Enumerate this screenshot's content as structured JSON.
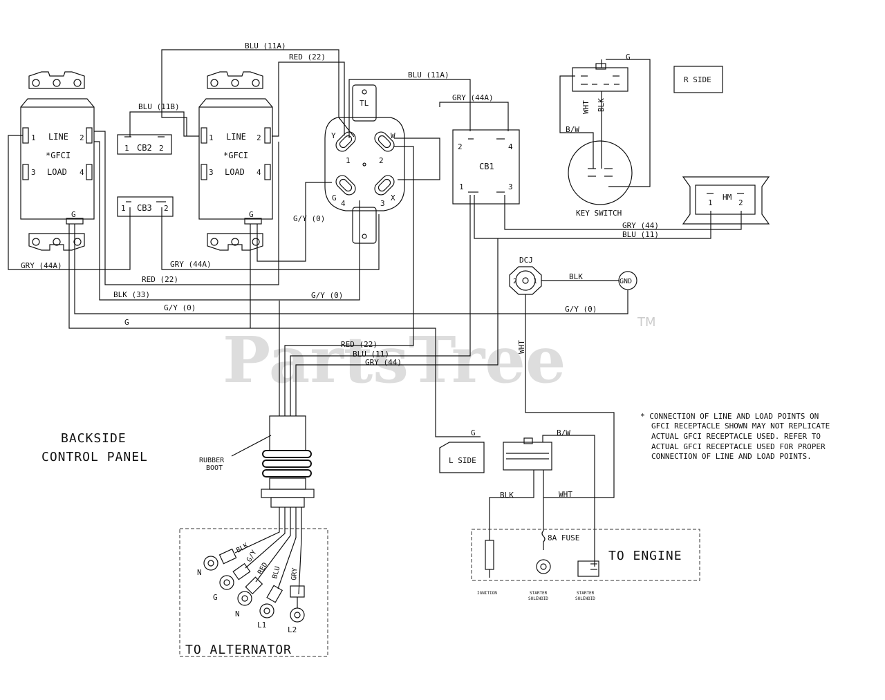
{
  "labels": {
    "line": "LINE",
    "gfci": "*GFCI",
    "load": "LOAD",
    "t1": "1",
    "t2": "2",
    "t3": "3",
    "t4": "4",
    "tg": "G",
    "cb2": "CB2",
    "cb3": "CB3",
    "cb1": "CB1",
    "tl": "TL",
    "y": "Y",
    "w": "W",
    "x": "X",
    "hm": "HM",
    "key_switch": "KEY SWITCH",
    "r_side": "R SIDE",
    "l_side": "L SIDE",
    "dcj": "DCJ",
    "gnd": "GND",
    "backside1": "BACKSIDE",
    "backside2": "CONTROL PANEL",
    "rubber1": "RUBBER",
    "rubber2": "BOOT",
    "to_alternator": "TO ALTERNATOR",
    "to_engine": "TO ENGINE",
    "fuse": "8A FUSE",
    "ignition": "IGNITION",
    "starter1": "STARTER",
    "solenoid": "SOLENOID",
    "n": "N",
    "l1": "L1",
    "l2": "L2"
  },
  "wires": {
    "blu_11a": "BLU (11A)",
    "red_22": "RED (22)",
    "blu_11b": "BLU (11B)",
    "gry_44a": "GRY (44A)",
    "gy_0": "G/Y (0)",
    "blk_33": "BLK (33)",
    "g": "G",
    "gry_44": "GRY (44)",
    "blu_11": "BLU (11)",
    "blk": "BLK",
    "wht": "WHT",
    "bw": "B/W",
    "red": "RED",
    "blu": "BLU",
    "gry": "GRY",
    "gy": "G/Y"
  },
  "note": {
    "l1": "* CONNECTION OF LINE AND LOAD POINTS  ON",
    "l2": "GFCI  RECEPTACLE SHOWN MAY NOT REPLICATE",
    "l3": "ACTUAL GFCI RECEPTACLE USED.  REFER TO",
    "l4": "ACTUAL GFCI RECEPTACLE USED FOR PROPER",
    "l5": "CONNECTION OF LINE AND LOAD POINTS."
  },
  "watermark": {
    "text": "PartsTree",
    "tm": "TM"
  }
}
